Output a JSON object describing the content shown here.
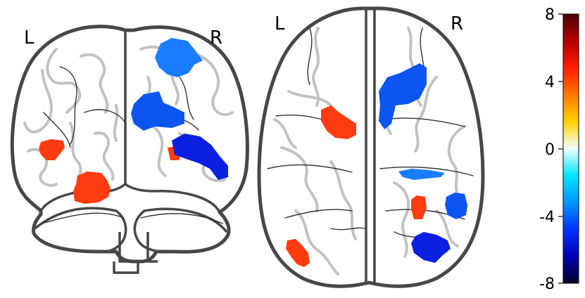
{
  "views": [
    {
      "id": "coronal-view",
      "left_label": "L",
      "right_label": "R"
    },
    {
      "id": "axial-view",
      "left_label": "L",
      "right_label": "R"
    }
  ],
  "colorbar": {
    "ticks": [
      "8",
      "4",
      "0",
      "-4",
      "-8"
    ],
    "colors": [
      "#4b0000",
      "#b40000",
      "#ff1e00",
      "#ff7800",
      "#ffd400",
      "#f0ffff",
      "#00e5ff",
      "#0096ff",
      "#0033ff",
      "#0000b4",
      "#000028"
    ]
  },
  "blob_colors": {
    "red": "#ff3b0f",
    "light_blue": "#1a7cff",
    "mid_blue": "#0d55f0",
    "dark_blue": "#0a1fe0"
  }
}
